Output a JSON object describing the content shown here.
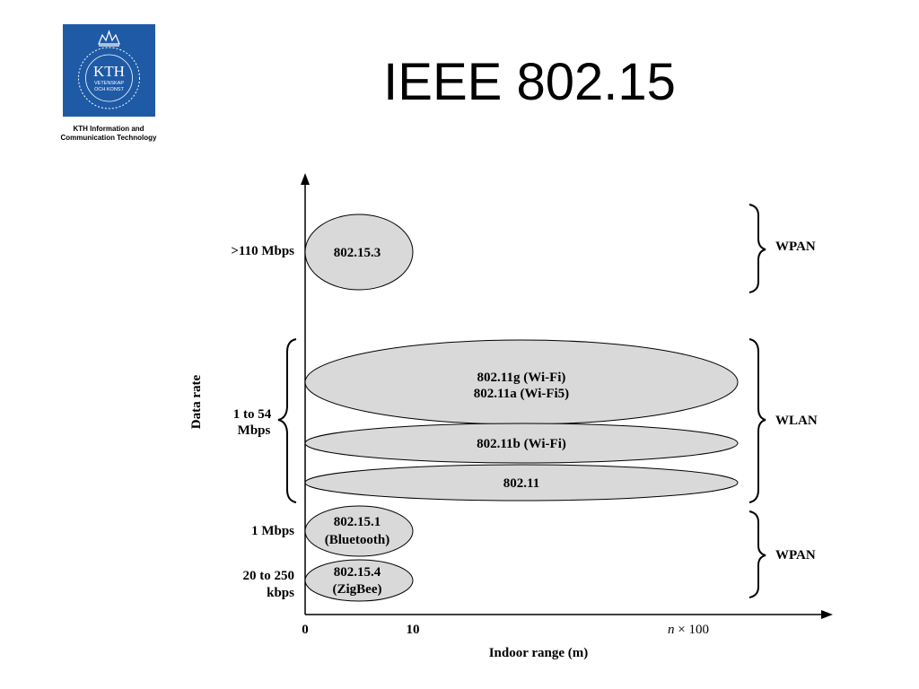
{
  "slide": {
    "title": "IEEE 802.15"
  },
  "logo": {
    "text_main": "KTH",
    "text_sub1": "VETENSKAP",
    "text_sub2": "OCH KONST",
    "caption_line1": "KTH Information and",
    "caption_line2": "Communication Technology",
    "color": "#1f5aa6"
  },
  "diagram": {
    "y_axis_label": "Data rate",
    "x_axis_label": "Indoor range (m)",
    "x_ticks": [
      "0",
      "10"
    ],
    "x_tick_far_italic": "n",
    "x_tick_far_rest": " × 100",
    "y_labels": {
      "high": ">110 Mbps",
      "mid_line1": "1 to 54",
      "mid_line2": "Mbps",
      "bt": "1 Mbps",
      "zb_line1": "20 to 250",
      "zb_line2": "kbps"
    },
    "groups": {
      "top": "WPAN",
      "middle": "WLAN",
      "bottom": "WPAN"
    },
    "standards": {
      "s802_15_3": "802.15.3",
      "s802_11g": "802.11g (Wi-Fi)",
      "s802_11a": "802.11a (Wi-Fi5)",
      "s802_11b": "802.11b (Wi-Fi)",
      "s802_11": "802.11",
      "s802_15_1": "802.15.1",
      "s802_15_1_name": "(Bluetooth)",
      "s802_15_4": "802.15.4",
      "s802_15_4_name": "(ZigBee)"
    },
    "ellipse_fill": "#d9d9d9"
  }
}
